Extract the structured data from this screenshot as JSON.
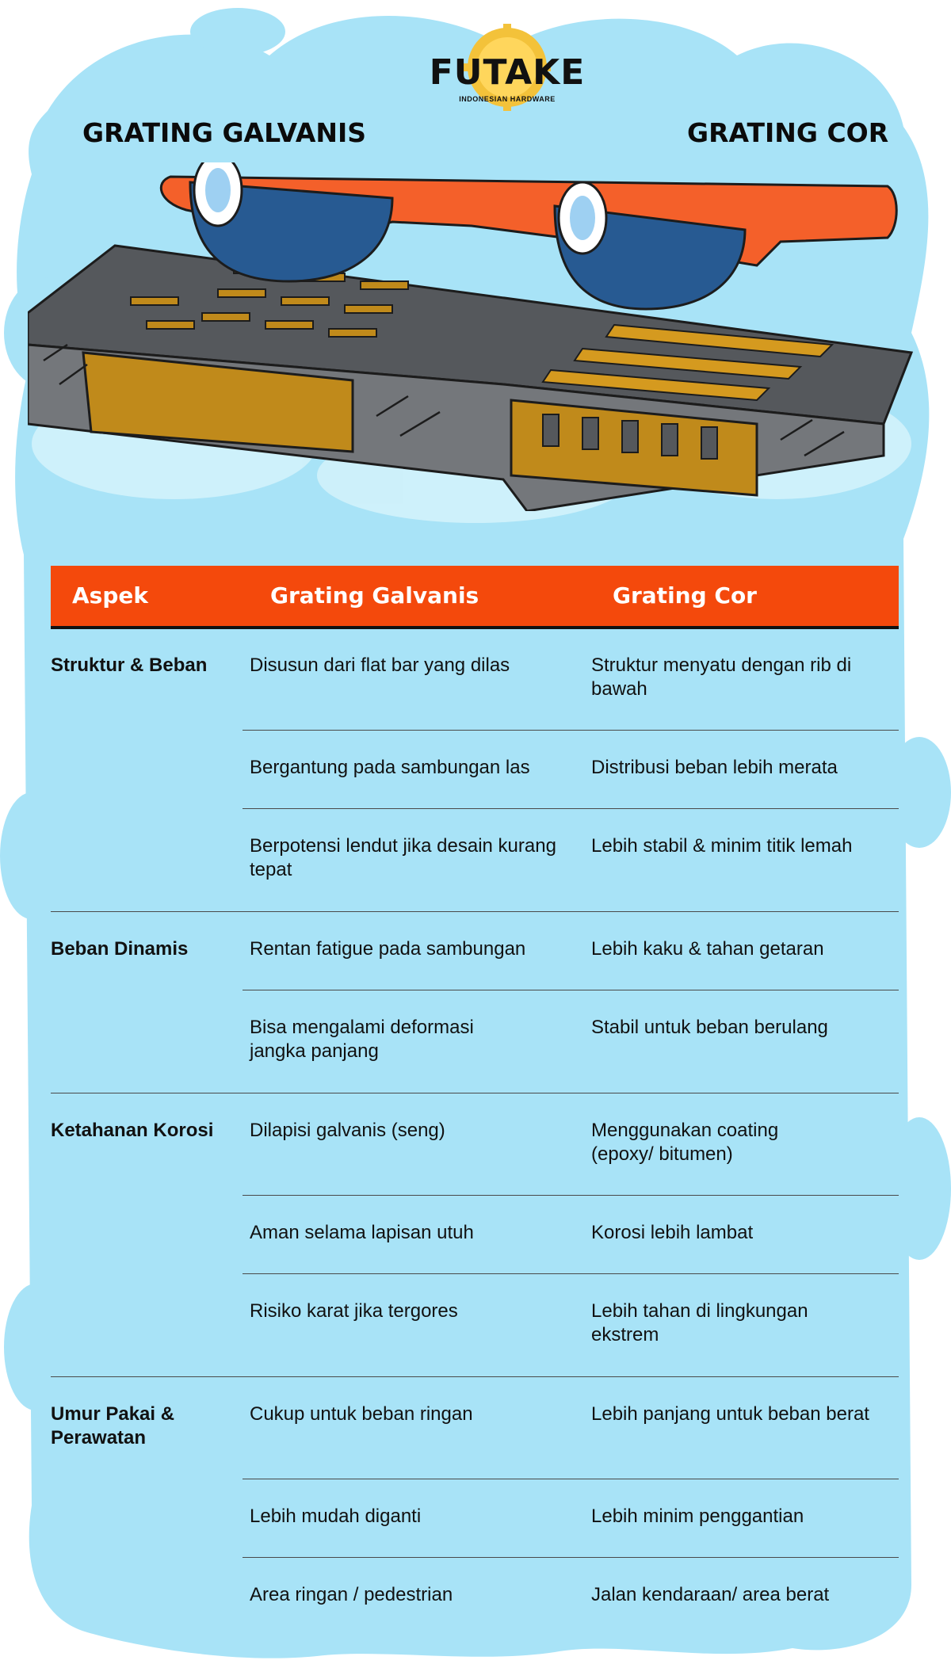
{
  "brand": {
    "name": "FUTAKE",
    "tagline": "INDONESIAN HARDWARE"
  },
  "titles": {
    "left": "GRATING GALVANIS",
    "right": "GRATING COR"
  },
  "colors": {
    "background_blob": "#a8e3f7",
    "header_bg": "#f4490c",
    "text": "#111111",
    "truck": "#f4602a",
    "tire": "#275a92",
    "grate": "#74777b",
    "slot": "#c08a1b"
  },
  "table": {
    "headers": [
      "Aspek",
      "Grating Galvanis",
      "Grating Cor"
    ],
    "groups": [
      {
        "aspect": "Struktur & Beban",
        "rows": [
          {
            "galvanis": "Disusun dari flat bar yang dilas",
            "cor": "Struktur menyatu dengan rib di bawah"
          },
          {
            "galvanis": "Bergantung pada sambungan las",
            "cor": "Distribusi beban lebih merata"
          },
          {
            "galvanis": "Berpotensi lendut jika desain kurang tepat",
            "cor": "Lebih stabil & minim titik lemah"
          }
        ]
      },
      {
        "aspect": "Beban Dinamis",
        "rows": [
          {
            "galvanis": "Rentan fatigue pada sambungan",
            "cor": "Lebih kaku & tahan getaran"
          },
          {
            "galvanis": "Bisa mengalami deformasi jangka panjang",
            "cor": "Stabil untuk beban berulang"
          }
        ]
      },
      {
        "aspect": "Ketahanan Korosi",
        "rows": [
          {
            "galvanis": "Dilapisi galvanis (seng)",
            "cor": "Menggunakan coating (epoxy/ bitumen)"
          },
          {
            "galvanis": "Aman selama lapisan utuh",
            "cor": "Korosi lebih lambat"
          },
          {
            "galvanis": "Risiko karat jika tergores",
            "cor": "Lebih tahan di lingkungan ekstrem"
          }
        ]
      },
      {
        "aspect": "Umur Pakai & Perawatan",
        "rows": [
          {
            "galvanis": "Cukup untuk beban ringan",
            "cor": "Lebih panjang untuk beban berat"
          },
          {
            "galvanis": "Lebih mudah diganti",
            "cor": "Lebih minim penggantian"
          },
          {
            "galvanis": "Area ringan / pedestrian",
            "cor": "Jalan kendaraan/ area berat"
          }
        ]
      }
    ]
  }
}
